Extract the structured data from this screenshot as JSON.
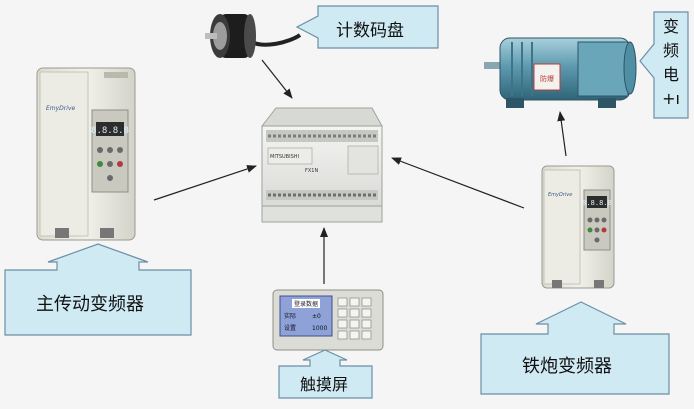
{
  "labels": {
    "encoder": "计数码盘",
    "main_drive": "主传动变频器",
    "touch_screen": "触摸屏",
    "tiepao": "铁炮变频器",
    "motor_chars": [
      "变",
      "频",
      "电",
      "+ı"
    ]
  },
  "device_text": {
    "vfd_brand": "EmyDrive",
    "vfd_display": "8.8.8.8",
    "plc_brand": "MITSUBISHI",
    "plc_model": "FX1N",
    "hmi_title": "登录数据",
    "hmi_row1_left": "实际",
    "hmi_row1_right": "±0",
    "hmi_row2_left": "设置",
    "hmi_row2_right": "1000",
    "motor_badge": "防爆"
  },
  "colors": {
    "callout_fill": "#cfeaf3",
    "callout_stroke": "#6c8fa6",
    "arrow": "#222222",
    "device_body": "#e9e9e2"
  }
}
